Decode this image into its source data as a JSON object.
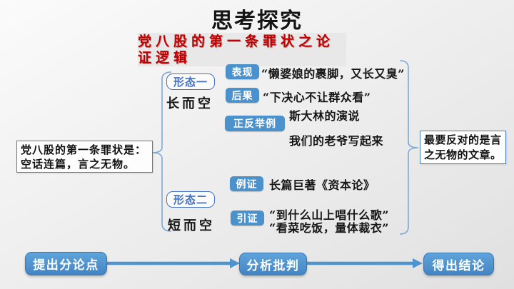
{
  "slide": {
    "title": "思考探究",
    "heading": {
      "line1": "党八股的第一条罪状之论",
      "line2": "证逻辑"
    },
    "left_box": {
      "line1": "党八股的第一条罪状是：",
      "line2": "空话连篇，言之无物。"
    },
    "right_box": {
      "line1": "最要反对的是言",
      "line2": "之无物的文章。"
    },
    "forms": [
      {
        "label": "形态一",
        "desc": "长而空"
      },
      {
        "label": "形态二",
        "desc": "短而空"
      }
    ],
    "rows": {
      "biaoxian": {
        "badge": "表现",
        "text": "“懒婆娘的裹脚，又长又臭”"
      },
      "houguo": {
        "badge": "后果",
        "text": "“下决心不让群众看”"
      },
      "zhengfan": {
        "badge": "正反举例",
        "line1": "斯大林的演说",
        "line2": "我们的老爷写起来"
      },
      "lizheng": {
        "badge": "例证",
        "text": "长篇巨著《资本论》"
      },
      "yinzheng": {
        "badge": "引证",
        "line1": "“到什么山上唱什么歌”",
        "line2": "“看菜吃饭，量体裁衣”"
      }
    },
    "flow": {
      "step1": "提出分论点",
      "step2": "分析批判",
      "step3": "得出结论"
    },
    "colors": {
      "badge_blue": "#4B92CC",
      "pill_blue": "#4472C4",
      "brace_blue": "#7FA8D4",
      "flow_blue": "#4E96D0",
      "heading_red": "#C00000",
      "heading_bg": "#E8E8E8"
    }
  }
}
